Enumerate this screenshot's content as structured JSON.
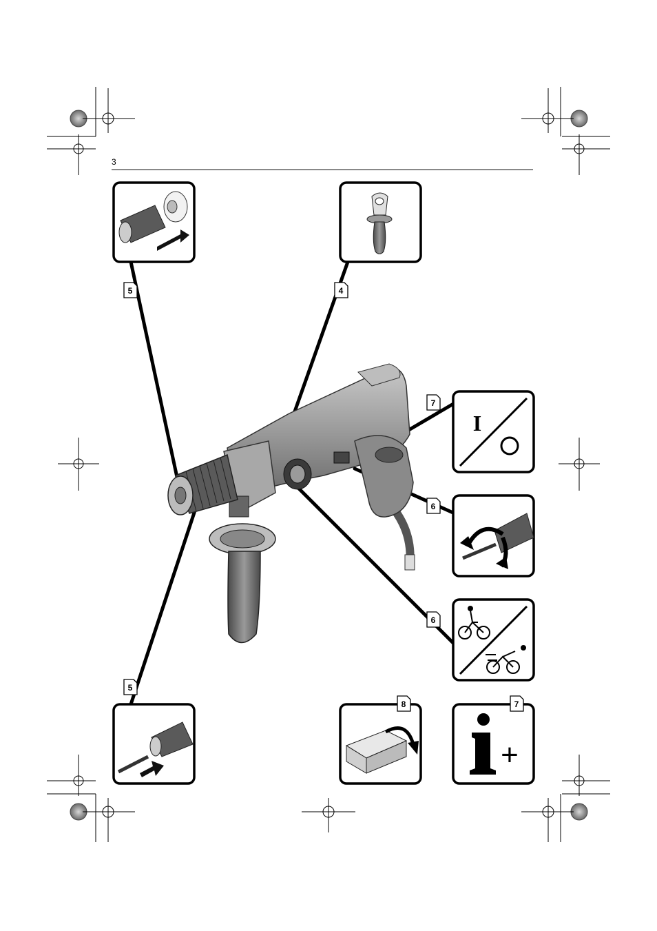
{
  "page_number": "3",
  "reference_tags": {
    "tool_chuck_top": "5",
    "handle_top": "4",
    "switch_panel": "7",
    "rotation_panel": "6",
    "speed_panel": "6",
    "tool_chuck_bottom": "5",
    "case_panel": "8",
    "info_panel": "7"
  },
  "switch_panel": {
    "on_symbol": "I",
    "off_symbol": "O"
  },
  "info_panel": {
    "symbol": "i",
    "plus": "+"
  }
}
